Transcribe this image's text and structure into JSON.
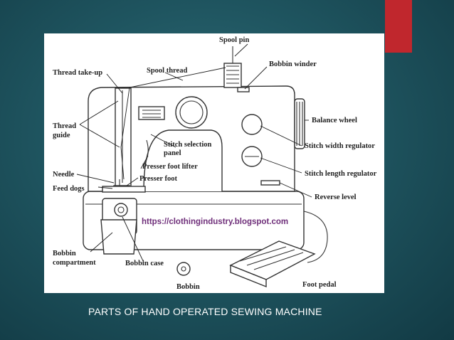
{
  "caption": "PARTS OF HAND OPERATED SEWING MACHINE",
  "watermark": "https://clothingindustry.blogspot.com",
  "labels": {
    "spool_pin": "Spool pin",
    "thread_take_up": "Thread take-up",
    "spool_thread": "Spool thread",
    "bobbin_winder": "Bobbin winder",
    "thread_guide_1": "Thread",
    "thread_guide_2": "guide",
    "balance_wheel": "Balance wheel",
    "stitch_selection_1": "Stitch selection",
    "stitch_selection_2": "panel",
    "stitch_width": "Stitch width regulator",
    "presser_foot_lifter": "Presser foot lifter",
    "needle": "Needle",
    "presser_foot": "Presser foot",
    "stitch_length": "Stitch length regulator",
    "feed_dogs": "Feed dogs",
    "reverse_level": "Reverse level",
    "bobbin_compartment_1": "Bobbin",
    "bobbin_compartment_2": "compartment",
    "bobbin_case": "Bobbin case",
    "bobbin": "Bobbin",
    "foot_pedal": "Foot pedal"
  },
  "colors": {
    "accent": "#c0272d",
    "watermark": "#6f2f7a",
    "background": "#1f5560"
  }
}
